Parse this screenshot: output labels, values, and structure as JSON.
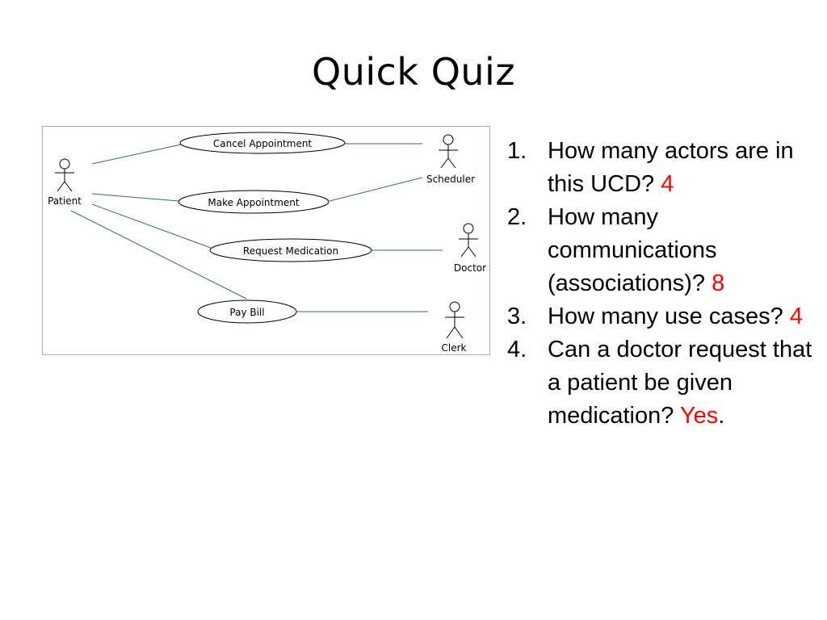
{
  "slide": {
    "title": "Quick Quiz"
  },
  "diagram": {
    "actors": {
      "patient": "Patient",
      "scheduler": "Scheduler",
      "doctor": "Doctor",
      "clerk": "Clerk"
    },
    "use_cases": {
      "cancel": "Cancel Appointment",
      "make": "Make Appointment",
      "request": "Request Medication",
      "pay": "Pay Bill"
    }
  },
  "quiz": {
    "questions": [
      {
        "number": "1.",
        "text": "How many actors are in this UCD? ",
        "answer": "4",
        "suffix": ""
      },
      {
        "number": "2.",
        "text": "How many communications (associations)? ",
        "answer": "8",
        "suffix": ""
      },
      {
        "number": "3.",
        "text": "How many use cases? ",
        "answer": "4",
        "suffix": ""
      },
      {
        "number": "4.",
        "text": "Can a doctor request that a patient be given medication? ",
        "answer": "Yes",
        "suffix": "."
      }
    ]
  },
  "colors": {
    "answer": "#ff0000",
    "association_line": "#2f6b73",
    "frame_border": "#9db0c8"
  }
}
